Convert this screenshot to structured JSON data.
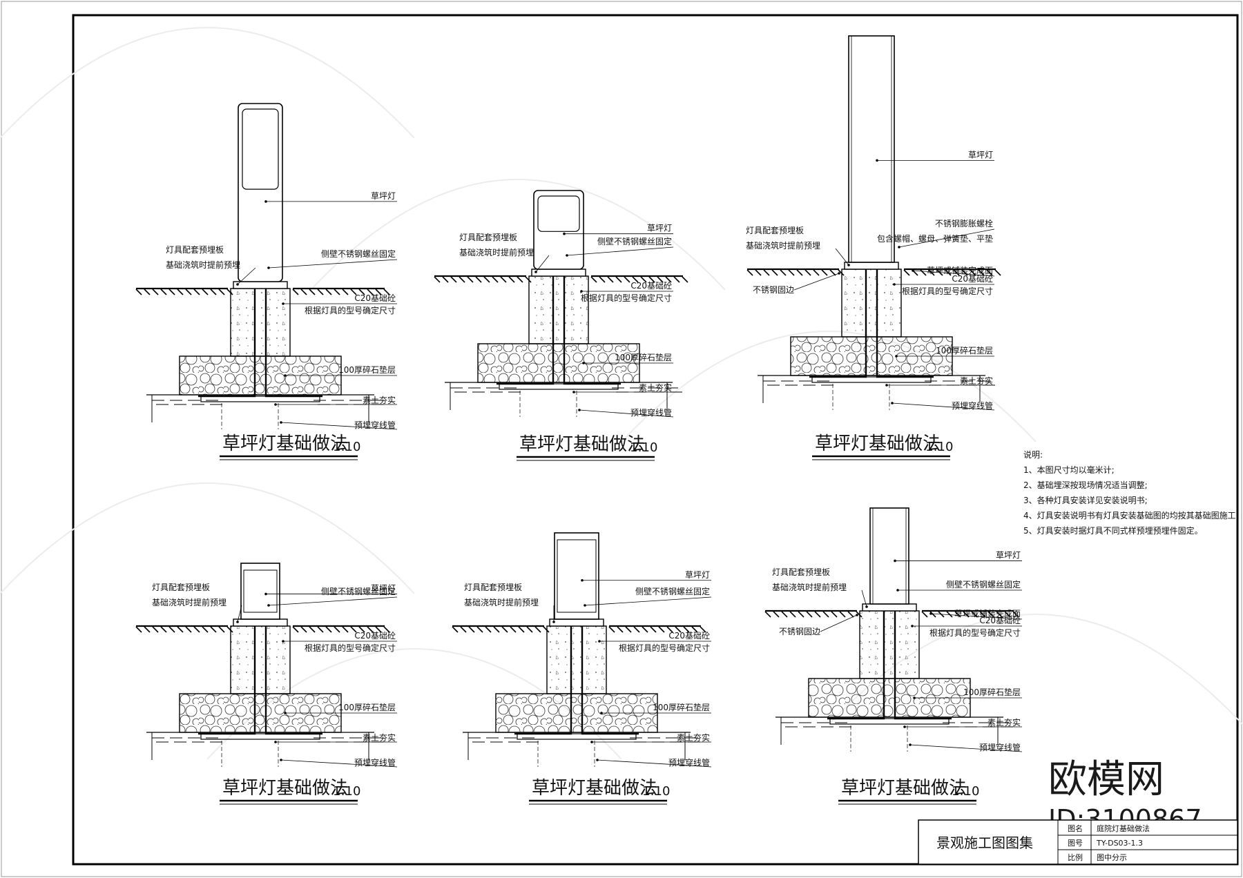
{
  "sheet_title": "景观施工图图集",
  "watermark": {
    "brand": "欧模网",
    "id": "ID:3100867"
  },
  "details": [
    {
      "title": "草坪灯基础做法",
      "scale": "1:10",
      "labels": {
        "lamp": "草坪灯",
        "plate1": "灯具配套预埋板",
        "plate2": "基础浇筑时提前预埋",
        "bolt": "侧壁不锈钢螺丝固定",
        "c20": "C20基础砼",
        "size": "根据灯具的型号确定尺寸",
        "gravel": "100厚碎石垫层",
        "soil": "素土夯实",
        "pipe": "预埋穿线管"
      }
    },
    {
      "title": "草坪灯基础做法",
      "scale": "1:10",
      "labels": {
        "lamp": "草坪灯",
        "plate1": "灯具配套预埋板",
        "plate2": "基础浇筑时提前预埋",
        "bolt": "侧壁不锈钢螺丝固定",
        "c20": "C20基础砼",
        "size": "根据灯具的型号确定尺寸",
        "gravel": "100厚碎石垫层",
        "soil": "素土夯实",
        "pipe": "预埋穿线管"
      }
    },
    {
      "title": "草坪灯基础做法",
      "scale": "1:10",
      "labels": {
        "lamp": "草坪灯",
        "plate1": "灯具配套预埋板",
        "plate2": "基础浇筑时提前预埋",
        "bolt1": "不锈钢膨胀螺栓",
        "bolt2": "包含螺帽、螺母、弹簧垫、平垫",
        "finish": "草坪或铺装完成面",
        "steel": "不锈钢固边",
        "c20": "C20基础砼",
        "size": "根据灯具的型号确定尺寸",
        "gravel": "100厚碎石垫层",
        "soil": "素土夯实",
        "pipe": "预埋穿线管"
      }
    },
    {
      "title": "草坪灯基础做法",
      "scale": "1:10",
      "labels": {
        "lamp": "草坪灯",
        "plate1": "灯具配套预埋板",
        "plate2": "基础浇筑时提前预埋",
        "bolt": "侧壁不锈钢螺丝固定",
        "c20": "C20基础砼",
        "size": "根据灯具的型号确定尺寸",
        "gravel": "100厚碎石垫层",
        "soil": "素土夯实",
        "pipe": "预埋穿线管"
      }
    },
    {
      "title": "草坪灯基础做法",
      "scale": "1:10",
      "labels": {
        "lamp": "草坪灯",
        "plate1": "灯具配套预埋板",
        "plate2": "基础浇筑时提前预埋",
        "bolt": "侧壁不锈钢螺丝固定",
        "c20": "C20基础砼",
        "size": "根据灯具的型号确定尺寸",
        "gravel": "100厚碎石垫层",
        "soil": "素土夯实",
        "pipe": "预埋穿线管"
      }
    },
    {
      "title": "草坪灯基础做法",
      "scale": "1:10",
      "labels": {
        "lamp": "草坪灯",
        "plate1": "灯具配套预埋板",
        "plate2": "基础浇筑时提前预埋",
        "bolt": "侧壁不锈钢螺丝固定",
        "finish": "草坪或铺装完成面",
        "steel": "不锈钢固边",
        "c20": "C20基础砼",
        "size": "根据灯具的型号确定尺寸",
        "gravel": "100厚碎石垫层",
        "soil": "素土夯实",
        "pipe": "预埋穿线管"
      }
    }
  ],
  "notes": {
    "heading": "说明:",
    "items": [
      "1、本图尺寸均以毫米计;",
      "2、基础埋深按现场情况适当调整;",
      "3、各种灯具安装详见安装说明书;",
      "4、灯具安装说明书有灯具安装基础图的均按其基础图施工;",
      "5、灯具安装时据灯具不同式样预埋预埋件固定。"
    ]
  },
  "title_block": {
    "name_label": "图名",
    "name_value": "庭院灯基础做法",
    "number_label": "图号",
    "number_value": "TY-DS03-1.3",
    "scale_label": "比例",
    "scale_value": "图中分示"
  }
}
